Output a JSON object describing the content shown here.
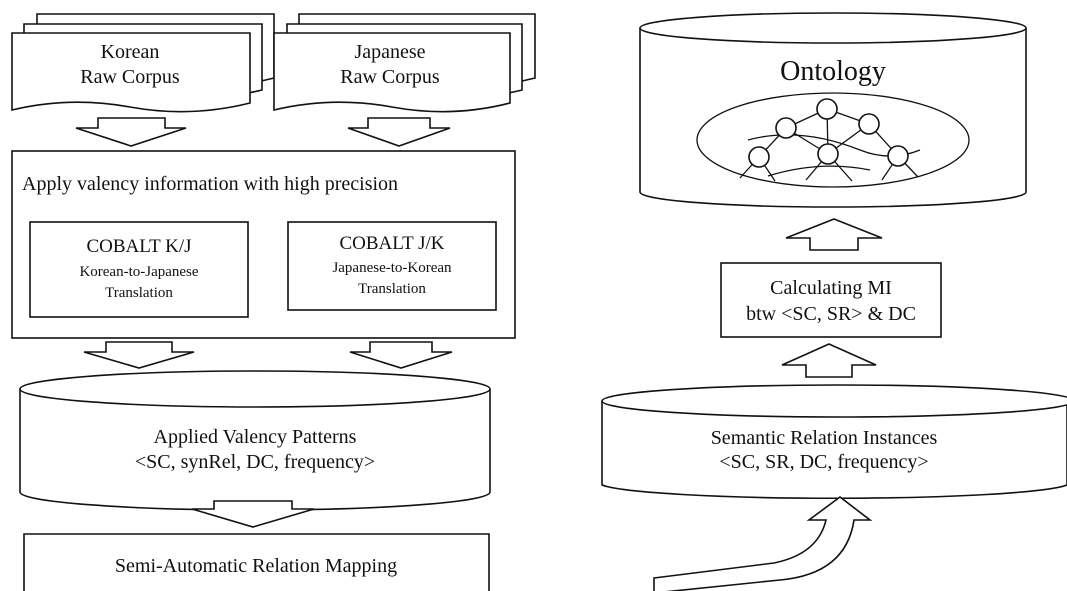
{
  "korean_corpus": {
    "line1": "Korean",
    "line2": "Raw Corpus"
  },
  "japanese_corpus": {
    "line1": "Japanese",
    "line2": "Raw Corpus"
  },
  "valency_box": {
    "title": "Apply valency information with high precision"
  },
  "cobalt_kj": {
    "title": "COBALT K/J",
    "line1": "Korean-to-Japanese",
    "line2": "Translation"
  },
  "cobalt_jk": {
    "title": "COBALT J/K",
    "line1": "Japanese-to-Korean",
    "line2": "Translation"
  },
  "applied_patterns": {
    "line1": "Applied Valency Patterns",
    "line2": "<SC, synRel, DC, frequency>"
  },
  "relation_mapping": {
    "label": "Semi-Automatic Relation Mapping"
  },
  "ontology": {
    "label": "Ontology"
  },
  "calculating_mi": {
    "line1": "Calculating MI",
    "line2": "btw <SC, SR> & DC"
  },
  "semantic_instances": {
    "line1": "Semantic Relation Instances",
    "line2": "<SC, SR, DC, frequency>"
  }
}
